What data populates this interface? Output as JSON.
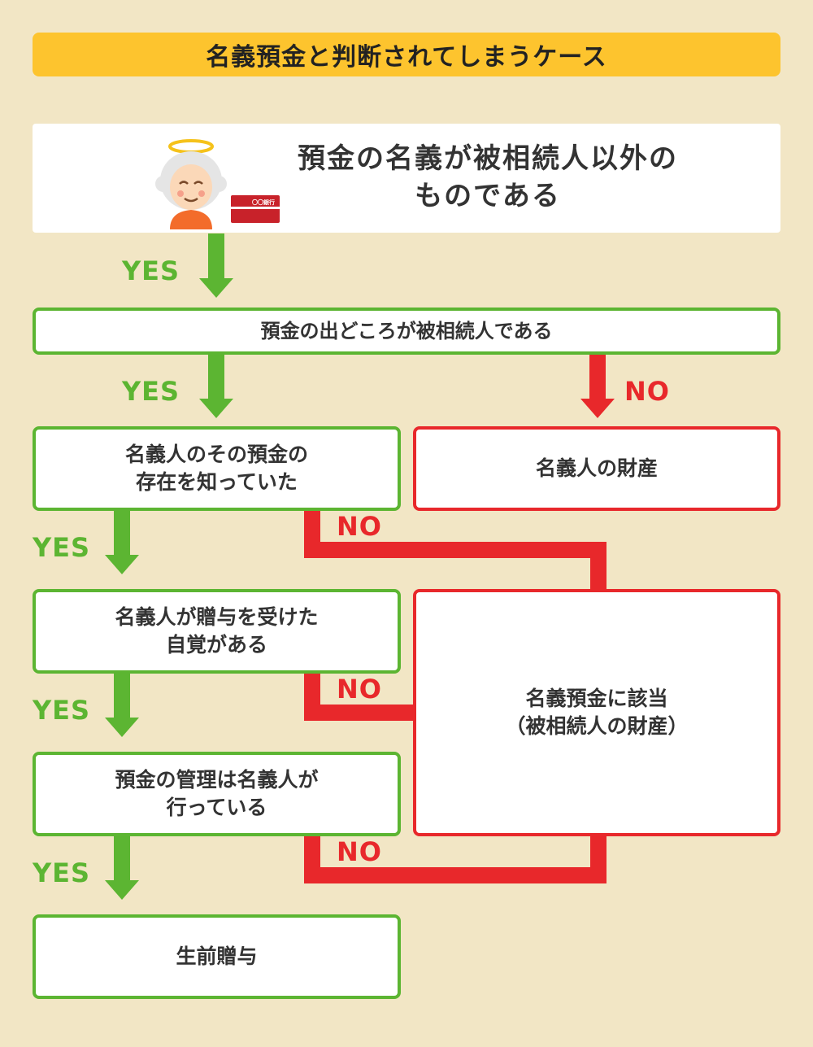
{
  "title": "名義預金と判断されてしまうケース",
  "nodes": {
    "start": "預金の名義が被相続人以外の\nものである",
    "source": "預金の出どころが被相続人である",
    "knew": "名義人のその預金の\n存在を知っていた",
    "nominee_property": "名義人の財産",
    "gift_awareness": "名義人が贈与を受けた\n自覚がある",
    "nominal_deposit": "名義預金に該当\n（被相続人の財産）",
    "management": "預金の管理は名義人が\n行っている",
    "lifetime_gift": "生前贈与"
  },
  "labels": {
    "yes": "YES",
    "no": "NO"
  },
  "illustration": {
    "bankbook_text": "〇〇銀行"
  },
  "colors": {
    "yes": "#5cb532",
    "no": "#e8282b",
    "title_bg": "#fdc42e",
    "background": "#f2e6c5"
  }
}
